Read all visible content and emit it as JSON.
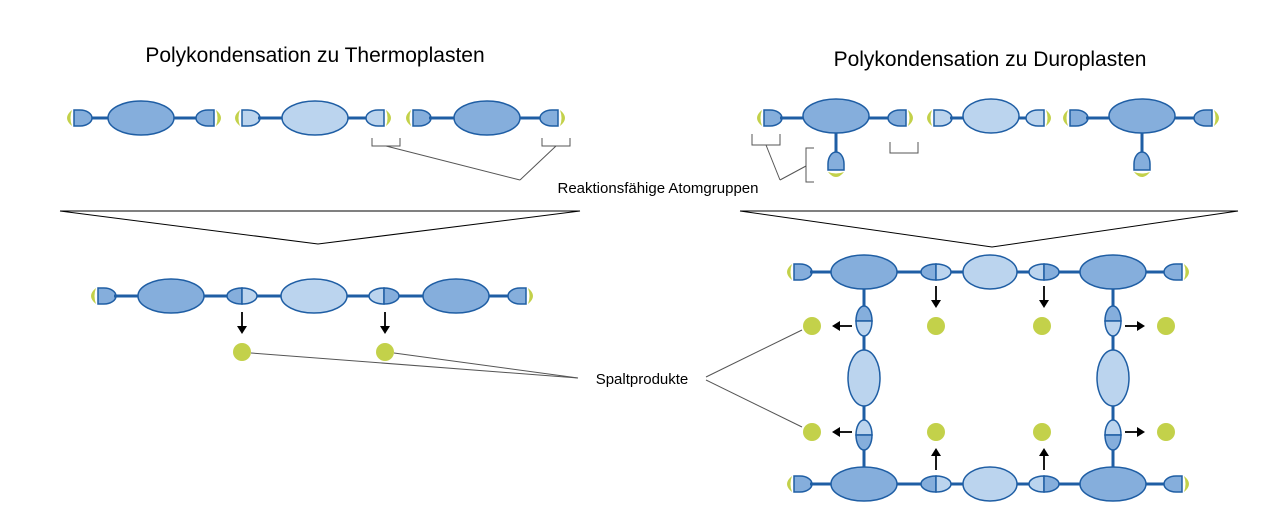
{
  "titles": {
    "left": "Polykondensation zu Thermoplasten",
    "right": "Polykondensation zu Duroplasten"
  },
  "annotations": {
    "reactive_groups": "Reaktionsfähige Atomgruppen",
    "split_products": "Spaltprodukte"
  },
  "colors": {
    "monomer_dark": "#85AEDC",
    "monomer_light": "#BBD4EE",
    "bond_line": "#1F5EA4",
    "split_product": "#C3D14A",
    "background": "#FFFFFF"
  }
}
